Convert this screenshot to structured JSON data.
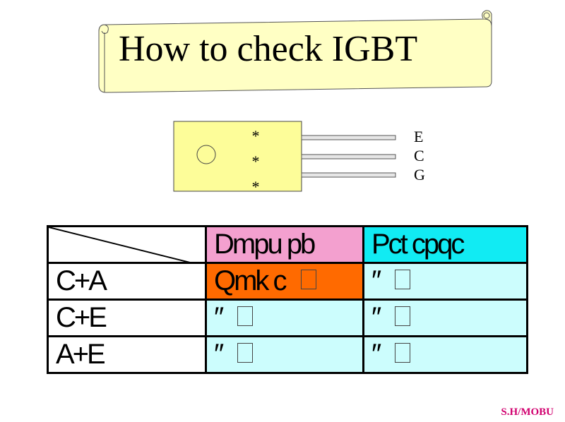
{
  "banner": {
    "title": "How to check IGBT"
  },
  "component": {
    "stars": [
      "*",
      "*",
      "*"
    ],
    "pins": [
      "E",
      "C",
      "G"
    ]
  },
  "table": {
    "headers": [
      "Dmpu  pb",
      "Pct cpqc"
    ],
    "rows": [
      {
        "label": "C+A",
        "cells": [
          {
            "text": "Qmk c",
            "box": true
          },
          {
            "text": "″",
            "box": true
          }
        ]
      },
      {
        "label": "C+E",
        "cells": [
          {
            "text": "″",
            "box": true
          },
          {
            "text": "″",
            "box": true
          }
        ]
      },
      {
        "label": "A+E",
        "cells": [
          {
            "text": "″",
            "box": true
          },
          {
            "text": "″",
            "box": true
          }
        ]
      }
    ]
  },
  "footer": {
    "credit": "S.H/MOBU"
  },
  "colors": {
    "banner_fill": "#ffffc4",
    "component_fill": "#fdfd99",
    "header_pink": "#f3a0cf",
    "header_cyan": "#11ebf3",
    "cell_orange": "#ff6a00",
    "cell_light": "#ccfdfd",
    "credit": "#d1006f"
  }
}
